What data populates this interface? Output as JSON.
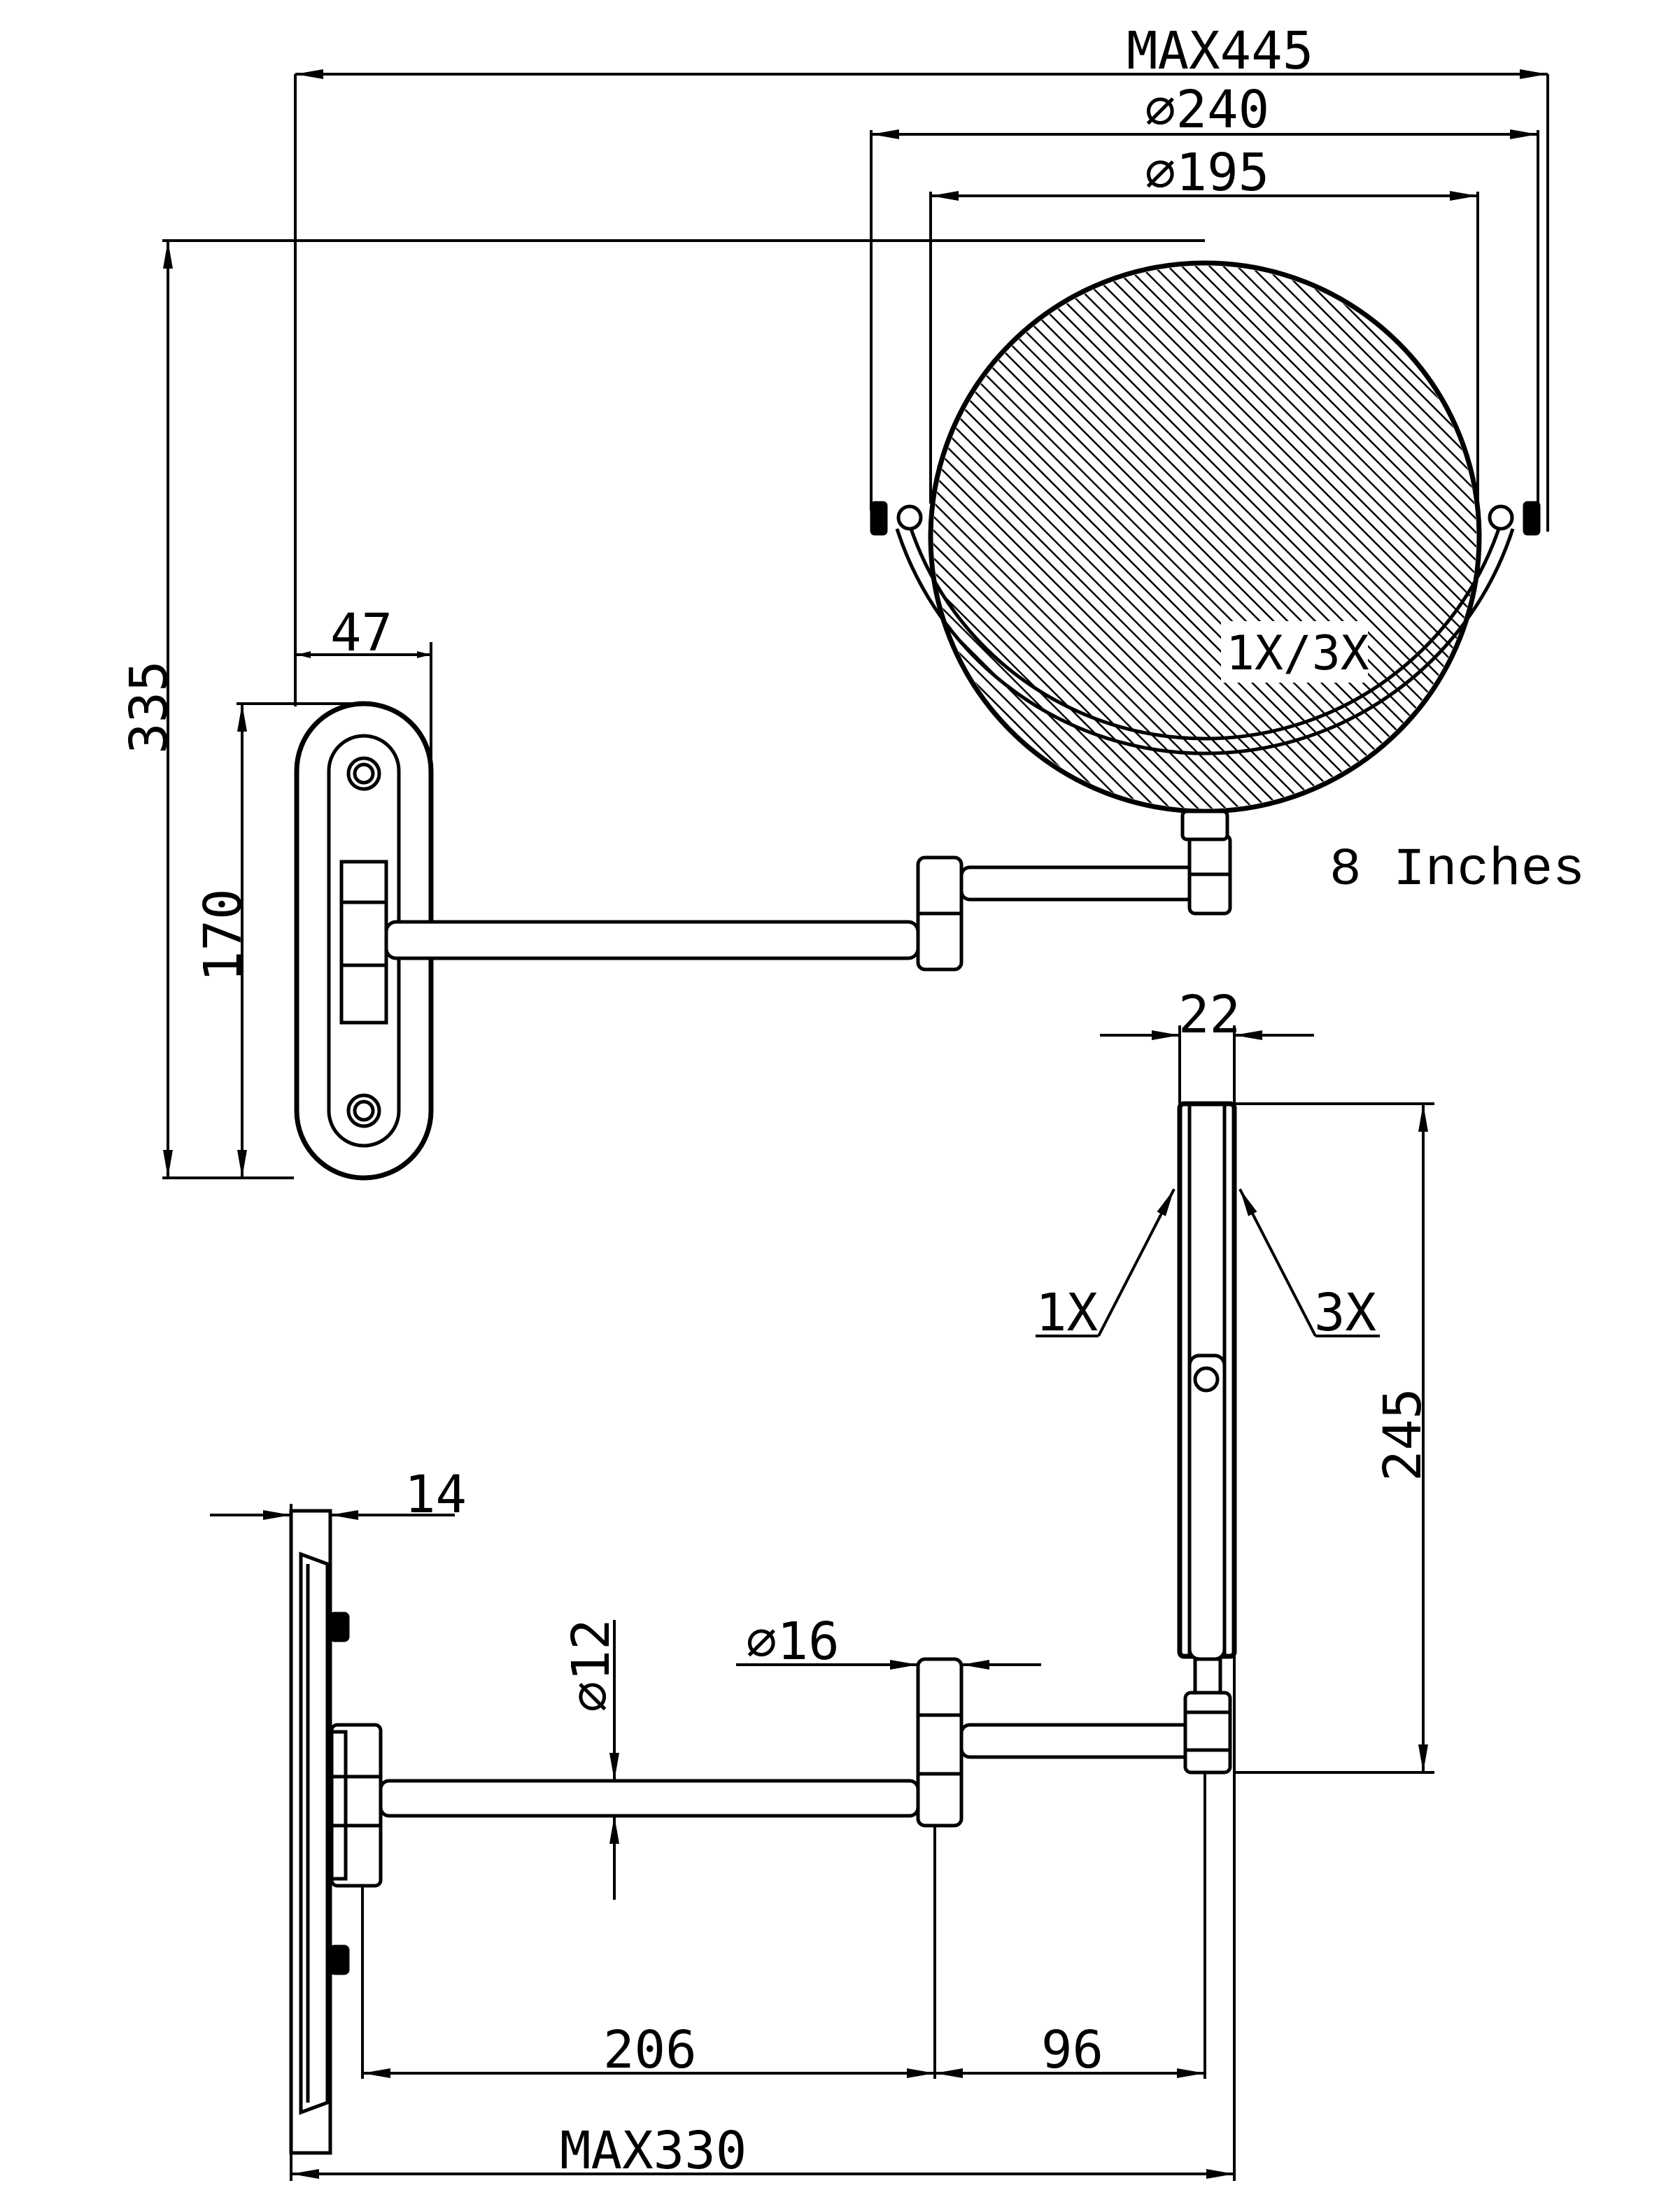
{
  "dimensions": {
    "max_width": "MAX445",
    "frame_diameter": "⌀240",
    "mirror_diameter": "⌀195",
    "total_height": "335",
    "plate_height": "170",
    "plate_width": "47",
    "mirror_thickness": "22",
    "mirror_height": "245",
    "plate_depth": "14",
    "inner_arm_diameter": "⌀12",
    "outer_arm_diameter": "⌀16",
    "inner_arm_length": "206",
    "outer_arm_length": "96",
    "max_reach": "MAX330"
  },
  "labels": {
    "magnification": "1X/3X",
    "mirror_size": "8 Inches",
    "side_1x": "1X",
    "side_3x": "3X"
  }
}
